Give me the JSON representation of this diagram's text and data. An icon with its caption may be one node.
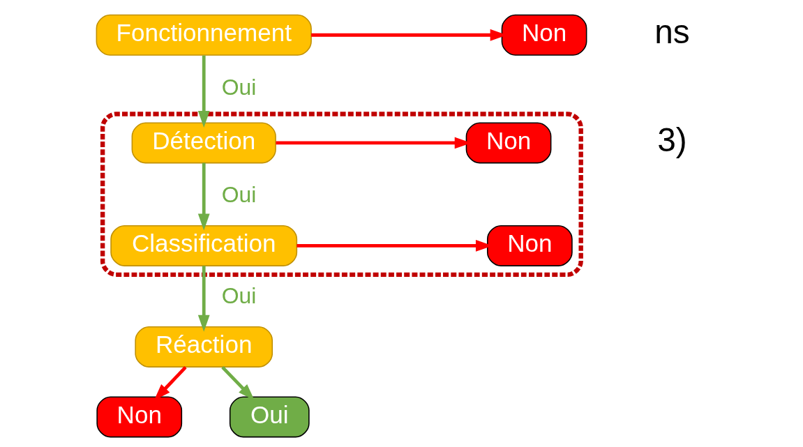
{
  "diagram": {
    "nodes": [
      {
        "text": [
          "Fonctionnement"
        ]
      },
      {
        "text": [
          "Non"
        ]
      },
      {
        "text": [],
        "shape": "ellipse"
      },
      {
        "text": [
          "Détection"
        ],
        "in": 2
      },
      {
        "text": [
          "Non"
        ],
        "in": 2
      },
      {
        "text": [
          "Classification"
        ],
        "in": 2
      },
      {
        "text": [
          "Non"
        ],
        "in": 2
      },
      {
        "text": [
          "Réaction"
        ]
      },
      {
        "text": [
          "Non"
        ]
      },
      {
        "text": [
          "Oui"
        ]
      }
    ],
    "edges": [
      {
        "from": 0,
        "to": 1,
        "arrow": "to",
        "color": "#ff0000"
      },
      {
        "from": 0,
        "to": 3,
        "arrow": "to",
        "label": "Oui",
        "color": "#70ad47"
      },
      {
        "from": 3,
        "to": 4,
        "arrow": "to",
        "color": "#ff0000"
      },
      {
        "from": 3,
        "to": 5,
        "arrow": "to",
        "label": "Oui",
        "color": "#70ad47"
      },
      {
        "from": 5,
        "to": 6,
        "arrow": "to",
        "color": "#ff0000"
      },
      {
        "from": 5,
        "to": 7,
        "arrow": "to",
        "label": "Oui",
        "color": "#70ad47"
      },
      {
        "from": 7,
        "to": 8,
        "arrow": "to",
        "color": "#ff0000"
      },
      {
        "from": 7,
        "to": 9,
        "arrow": "to",
        "color": "#70ad47"
      }
    ],
    "labels": [
      "ns",
      "3)"
    ]
  }
}
